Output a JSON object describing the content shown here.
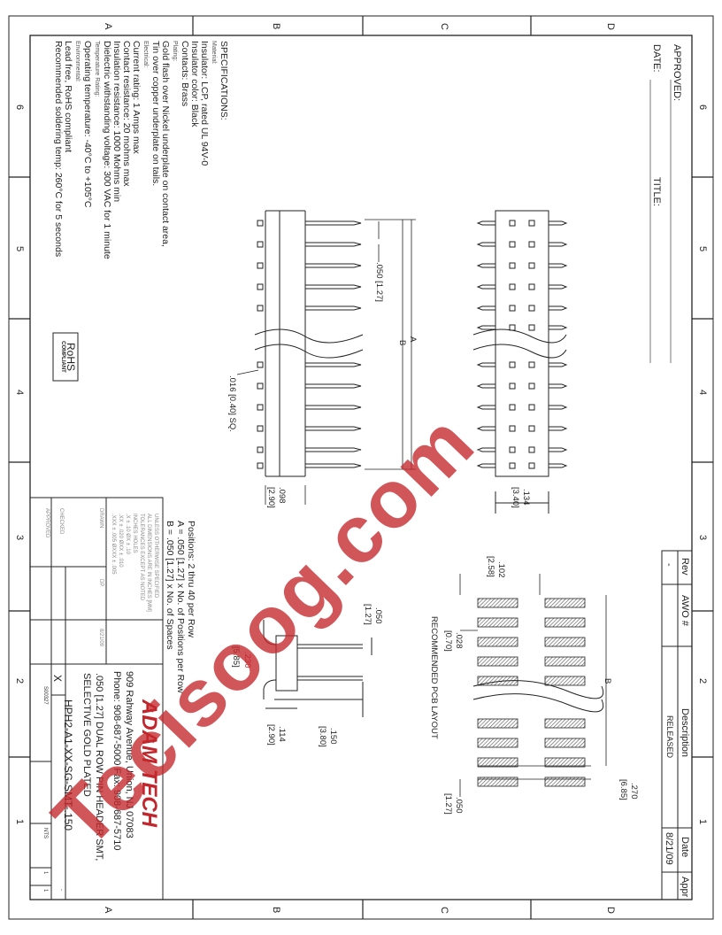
{
  "zone_letters": [
    "A",
    "B",
    "C",
    "D"
  ],
  "zone_numbers": [
    "6",
    "5",
    "4",
    "3",
    "2",
    "1"
  ],
  "header": {
    "approved_label": "APPROVED:",
    "date_label": "DATE:",
    "title_label": "TITLE:"
  },
  "specs": {
    "title": "SPECIFICATIONS:",
    "material_head": "Material:",
    "insulator": "Insulator: LCP, rated UL 94V-0",
    "insulator_color": "Insulator color: Black",
    "contacts": "Contacts: Brass",
    "plating_head": "Plating:",
    "plating1": "Gold flash over Nickel underplate on contact area,",
    "plating2": "Tin over copper underplate on tails.",
    "electrical_head": "Electrical:",
    "current": "Current rating: 1 Amps max",
    "contact_res": "Contact resistance: 20 mohms max",
    "insulation": "Insulation resistance: 1000 Mohms min",
    "dielectric": "Dielectric withstanding voltage: 300 VAC for 1 minute",
    "temp_head": "Temperature Rating:",
    "operating": "Operating temperature: -40°C to +105°C",
    "env_head": "Environmental:",
    "leadfree": "Lead free, RoHS compliant",
    "soldering": "Recommended soldering temp: 260°C for 5 seconds"
  },
  "rohs": {
    "line1": "RoHS",
    "line2": "COMPLIANT"
  },
  "dimensions": {
    "pitch": ".050 [1.27]",
    "pin_sq": ".016 [0.40] SQ.",
    "a": "A",
    "b": "B",
    "h098": ".098",
    "h098m": "[2.90]",
    "w134": ".134",
    "w134m": "[3.40]",
    "side_050": ".050",
    "side_050m": "[1.27]",
    "side_230": ".230",
    "side_230m": "[5.85]",
    "side_150": ".150",
    "side_150m": "[3.80]",
    "side_114": ".114",
    "side_114m": "[2.90]",
    "pcb_102": ".102",
    "pcb_102m": "[2.58]",
    "pcb_028": ".028",
    "pcb_028m": "[0.70]",
    "pcb_270": ".270",
    "pcb_270m": "[6.85]",
    "pcb_050": ".050",
    "pcb_050m": "[1.27]",
    "pcb_b": "B",
    "pcb_title": "RECOMMENDED PCB LAYOUT"
  },
  "positions": {
    "line1": "Positions: 2 thru 40 per Row",
    "line2": "A = .050 [1.27] x No. of Positions per Row",
    "line3": "B = .050 [1.27] x No. of Spaces"
  },
  "tolerances": {
    "l1": "UNLESS OTHERWISE SPECIFIED",
    "l2": "ALL DIMENSIONS ARE IN INCHES [MM]",
    "l3": "TOLERANCES EXCEPT AS NOTED",
    "l4": "INCHES           HOLES",
    "l5": ".X  ± .10         ØX  ± .10",
    "l6": ".XX ± .020        ØXX ± .010",
    "l7": ".XXX ± .005       ØXXX ± .005"
  },
  "signoff": {
    "drawn_label": "DRAWN",
    "drawn_by": "DP",
    "drawn_date": "8/21/09",
    "checked_label": "CHECKED",
    "approved_label": "APPROVED"
  },
  "revision": {
    "rev_header": "Rev",
    "awo_header": "AWO #",
    "desc_header": "Description",
    "date_header": "Date",
    "appr_header": "Appr",
    "rev": "-",
    "desc": "RELEASED",
    "date": "8/21/09"
  },
  "company": {
    "name": "ADAM TECH",
    "address": "909 Rahway Avenue, Union, NJ 07083",
    "phone": "Phone: 908-687-5000 Fax: 908-687-5710"
  },
  "title_block": {
    "title1": ".050 [1.27] DUAL ROW PIN HEADER SMT,",
    "title2": "SELECTIVE GOLD PLATED",
    "part_no": "HPH2-A1-XX-SG-SMT-.150",
    "rev_value": "X",
    "doc_no": "S00327",
    "scale": "NTS",
    "sheet_no": "1",
    "sheet_of": "1",
    "rev_letter": "-"
  },
  "watermark": {
    "text": "Tecisoog.com"
  },
  "colors": {
    "line": "#222222",
    "accent": "#c0262c",
    "pad_hatch": "#444444"
  }
}
